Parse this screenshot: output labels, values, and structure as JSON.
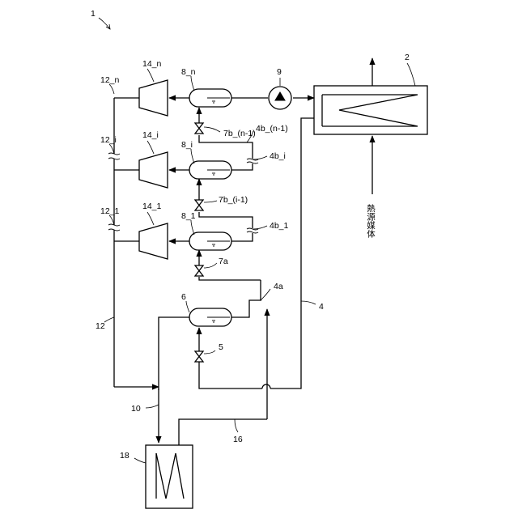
{
  "diagram": {
    "system_ref": "1",
    "heat_source_ref": "2",
    "main_line_ref": "4",
    "line_4a": "4a",
    "line_4b_1": "4b_1",
    "line_4b_i": "4b_i",
    "line_4b_n1": "4b_(n-1)",
    "valve_5": "5",
    "separator_6": "6",
    "valve_7a": "7a",
    "valve_7b_i1": "7b_(i-1)",
    "valve_7b_n1": "7b_(n-1)",
    "separator_8_1": "8_1",
    "separator_8_i": "8_i",
    "separator_8_n": "8_n",
    "pump_9": "9",
    "line_10": "10",
    "line_12": "12",
    "line_12_1": "12_1",
    "line_12_i": "12_i",
    "line_12_n": "12_n",
    "turbine_14_1": "14_1",
    "turbine_14_i": "14_i",
    "turbine_14_n": "14_n",
    "line_16": "16",
    "condenser_18": "18",
    "heat_medium_label": "熱源媒体"
  }
}
